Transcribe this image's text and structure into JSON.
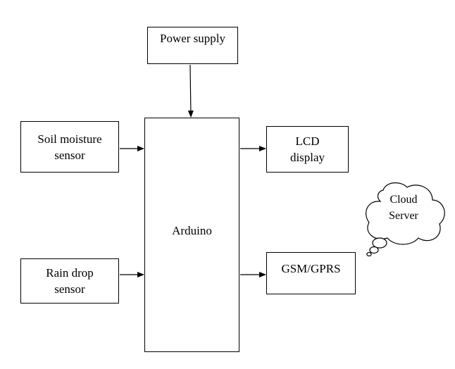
{
  "blocks": {
    "power_supply": "Power supply",
    "soil_moisture_sensor": "Soil moisture\nsensor",
    "arduino": "Arduino",
    "lcd_display": "LCD\ndisplay",
    "rain_drop_sensor": "Rain drop\nsensor",
    "gsm_gprs": "GSM/GPRS",
    "cloud_server": "Cloud\nServer"
  },
  "connections": [
    {
      "from": "power_supply",
      "to": "arduino"
    },
    {
      "from": "soil_moisture_sensor",
      "to": "arduino"
    },
    {
      "from": "rain_drop_sensor",
      "to": "arduino"
    },
    {
      "from": "arduino",
      "to": "lcd_display"
    },
    {
      "from": "arduino",
      "to": "gsm_gprs"
    }
  ],
  "colors": {
    "stroke": "#000000",
    "background": "#ffffff"
  }
}
